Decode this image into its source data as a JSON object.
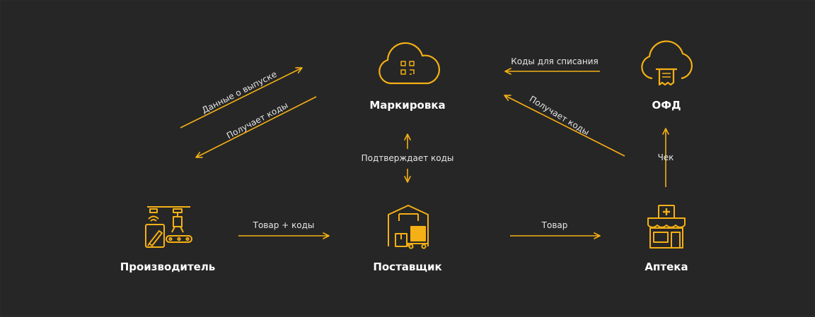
{
  "accent": "#f5b015",
  "nodes": {
    "marking": {
      "label": "Маркировка",
      "icon": "cloud-qr-icon"
    },
    "ofd": {
      "label": "ОФД",
      "icon": "cloud-receipt-icon"
    },
    "producer": {
      "label": "Производитель",
      "icon": "factory-icon"
    },
    "supplier": {
      "label": "Поставщик",
      "icon": "warehouse-icon"
    },
    "pharmacy": {
      "label": "Аптека",
      "icon": "pharmacy-icon"
    }
  },
  "edges": {
    "release_data": "Данные о выпуске",
    "receives_codes_left": "Получает коды",
    "confirms_codes": "Подтверждает коды",
    "writeoff_codes": "Коды для списания",
    "receives_codes_right": "Получает коды",
    "check": "Чек",
    "goods_codes": "Товар + коды",
    "goods": "Товар"
  }
}
